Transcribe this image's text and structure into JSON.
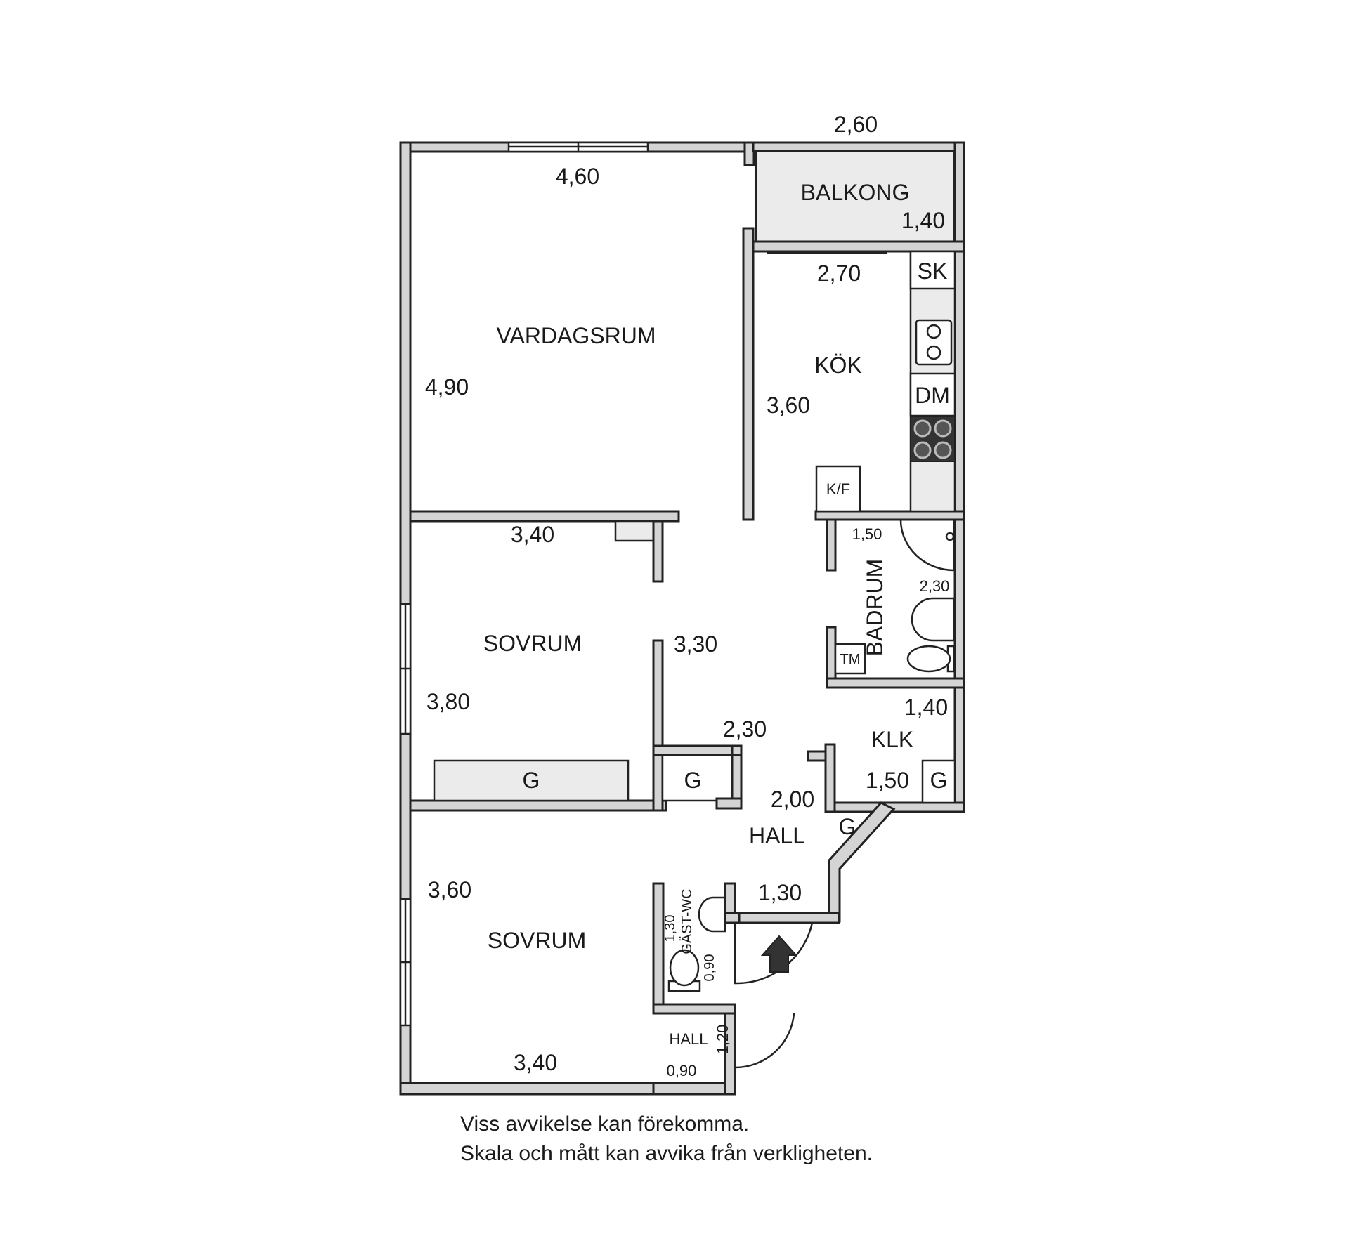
{
  "rooms": {
    "vardagsrum": "VARDAGSRUM",
    "kok": "KÖK",
    "balkong": "BALKONG",
    "sovrum_1": "SOVRUM",
    "sovrum_2": "SOVRUM",
    "badrum": "BADRUM",
    "klk": "KLK",
    "hall_main": "HALL",
    "hall_small": "HALL",
    "gast_wc": "GÄST-WC"
  },
  "fixtures": {
    "sk": "SK",
    "dm": "DM",
    "kf": "K/F",
    "tm": "TM",
    "g_sovrum": "G",
    "g_hall_closet": "G",
    "g_klk": "G",
    "g_hall_diag": "G"
  },
  "dimensions": {
    "balkong_width": "2,60",
    "balkong_depth": "1,40",
    "vardagsrum_width": "4,60",
    "vardagsrum_depth": "4,90",
    "kok_width": "2,70",
    "kok_depth": "3,60",
    "sovrum1_width": "3,40",
    "sovrum1_depth": "3,80",
    "corridor_length": "3,30",
    "corridor_width": "2,30",
    "badrum_width": "1,50",
    "badrum_depth": "2,30",
    "klk_width": "1,40",
    "klk_depth": "1,50",
    "hall_width": "2,00",
    "hall_depth": "1,30",
    "sovrum2_depth": "3,60",
    "sovrum2_width": "3,40",
    "gastwc_depth": "1,30",
    "gastwc_width": "0,90",
    "hall_small_depth": "1,20",
    "hall_small_width": "0,90"
  },
  "disclaimer": {
    "line1": "Viss avvikelse kan förekomma.",
    "line2": "Skala och mått kan avvika från verkligheten."
  }
}
